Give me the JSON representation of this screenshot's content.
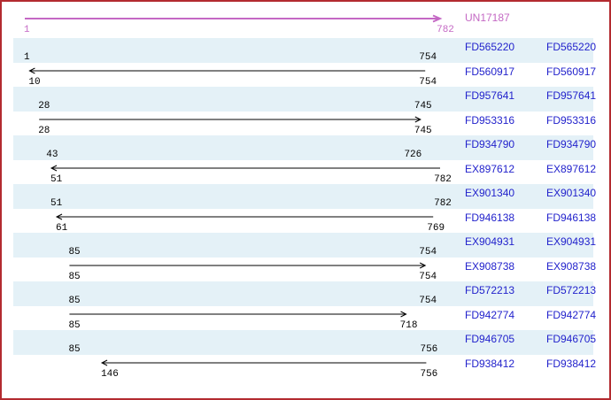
{
  "theme": {
    "border_color": "#b32b30",
    "band_color": "#e4f1f7",
    "accession_color": "#2222cc",
    "reference_color": "#c468c4",
    "read_arrow_color": "#000000"
  },
  "reference": {
    "id": "UN17187",
    "start": 1,
    "end": 782,
    "direction": "right"
  },
  "rows": [
    {
      "id": "FD565220",
      "start": 1,
      "end": 754,
      "direction": "right",
      "shaded": true
    },
    {
      "id": "FD560917",
      "start": 10,
      "end": 754,
      "direction": "left",
      "shaded": false
    },
    {
      "id": "FD957641",
      "start": 28,
      "end": 745,
      "direction": "left",
      "shaded": true
    },
    {
      "id": "FD953316",
      "start": 28,
      "end": 745,
      "direction": "right",
      "shaded": false
    },
    {
      "id": "FD934790",
      "start": 43,
      "end": 726,
      "direction": "right",
      "shaded": true
    },
    {
      "id": "EX897612",
      "start": 51,
      "end": 782,
      "direction": "left",
      "shaded": false
    },
    {
      "id": "EX901340",
      "start": 51,
      "end": 782,
      "direction": "right",
      "shaded": true
    },
    {
      "id": "FD946138",
      "start": 61,
      "end": 769,
      "direction": "left",
      "shaded": false
    },
    {
      "id": "EX904931",
      "start": 85,
      "end": 754,
      "direction": "left",
      "shaded": true
    },
    {
      "id": "EX908738",
      "start": 85,
      "end": 754,
      "direction": "right",
      "shaded": false
    },
    {
      "id": "FD572213",
      "start": 85,
      "end": 754,
      "direction": "left",
      "shaded": true
    },
    {
      "id": "FD942774",
      "start": 85,
      "end": 718,
      "direction": "right",
      "shaded": false
    },
    {
      "id": "FD946705",
      "start": 85,
      "end": 756,
      "direction": "left",
      "shaded": true
    },
    {
      "id": "FD938412",
      "start": 146,
      "end": 756,
      "direction": "left",
      "shaded": false
    }
  ]
}
